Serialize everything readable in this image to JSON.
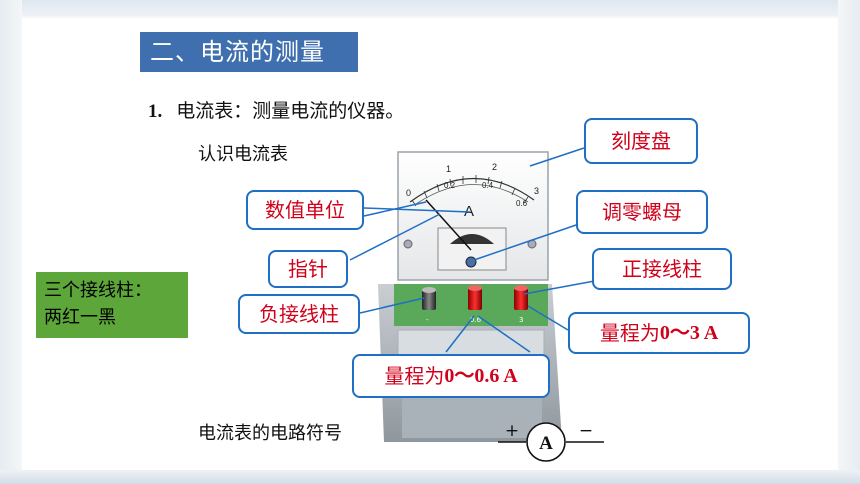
{
  "section_title": "二、电流的测量",
  "subtitle": {
    "number": "1.",
    "text": "电流表：测量电流的仪器。"
  },
  "intro": "认识电流表",
  "terminal_box": {
    "line1": "三个接线柱：",
    "line2": "两红一黑"
  },
  "callouts": {
    "dial": "刻度盘",
    "unit": "数值单位",
    "zero_adjust": "调零螺母",
    "pointer": "指针",
    "positive_terminal": "正接线柱",
    "negative_terminal": "负接线柱",
    "range_large_prefix": "量程为",
    "range_large_value": "0～3 A",
    "range_small_prefix": "量程为",
    "range_small_value": "0～0.6 A"
  },
  "meter": {
    "unit_symbol": "A",
    "scale_top": [
      "0",
      "1",
      "2",
      "3"
    ],
    "scale_bottom": [
      "0.2",
      "0.4",
      "0.6"
    ],
    "terminal_labels": [
      "-",
      "0.6",
      "3"
    ]
  },
  "symbol": {
    "label": "电流表的电路符号",
    "letter": "A",
    "plus": "+",
    "minus": "−"
  },
  "colors": {
    "title_bg": "#3f6fae",
    "callout_border": "#1f6fc4",
    "callout_text": "#d0021b",
    "box_bg": "#5ca63a"
  }
}
